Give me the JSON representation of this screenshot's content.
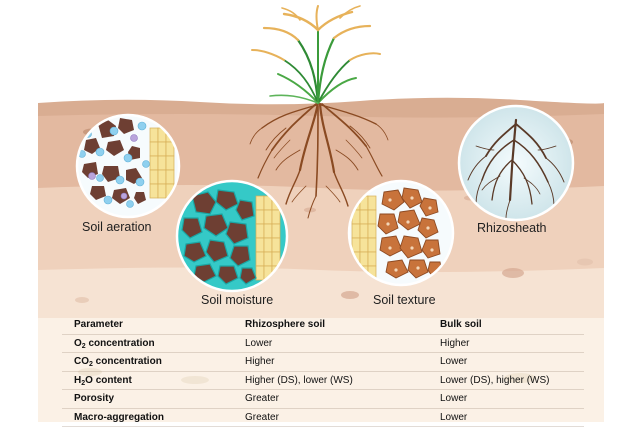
{
  "labels": {
    "aeration": "Soil aeration",
    "moisture": "Soil moisture",
    "texture": "Soil texture",
    "rhizosheath": "Rhizosheath"
  },
  "table": {
    "headers": [
      "Parameter",
      "Rhizosphere soil",
      "Bulk soil"
    ],
    "rows": [
      {
        "param": [
          "O",
          "2",
          " concentration"
        ],
        "rhizo": "Lower",
        "bulk": "Higher"
      },
      {
        "param": [
          "CO",
          "2",
          " concentration"
        ],
        "rhizo": "Higher",
        "bulk": "Lower"
      },
      {
        "param": [
          "H",
          "2",
          "O content"
        ],
        "rhizo": "Higher (DS), lower (WS)",
        "bulk": "Lower (DS), higher (WS)"
      },
      {
        "param": [
          "Porosity",
          "",
          ""
        ],
        "rhizo": "Greater",
        "bulk": "Lower"
      },
      {
        "param": [
          "Macro-aggregation",
          "",
          ""
        ],
        "rhizo": "Greater",
        "bulk": "Lower"
      }
    ]
  },
  "colors": {
    "topsoil": "#cf9f82",
    "midsoil": "#efd1bc",
    "lowsoil": "#f6e3d3",
    "root": "#8a4a22",
    "aggregate": "#6e3f33",
    "water": "#35c9c7",
    "bubble": "#8fd0ef",
    "grain": "#c8733b",
    "leaf": "#3b9b3b",
    "seed": "#e7b25a"
  }
}
